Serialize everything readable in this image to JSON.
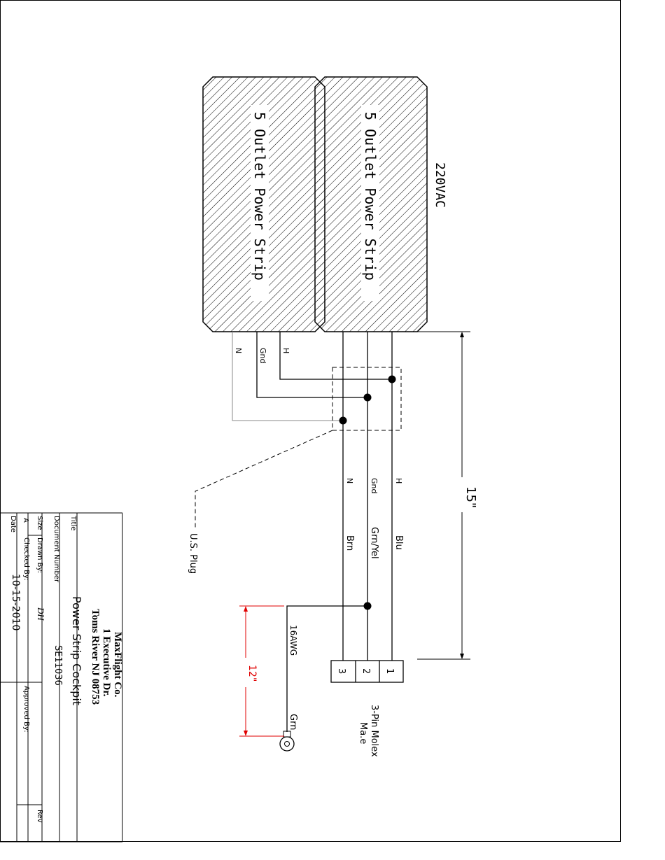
{
  "voltage_label": "220VAC",
  "strip_upper": "5 Outlet Power Strip",
  "strip_lower": "5 Outlet Power Strip",
  "strip_lower_wires": [
    "H",
    "Gnd",
    "N"
  ],
  "cord_wires": [
    "H",
    "Gnd",
    "N"
  ],
  "cord_colors": [
    "Blu",
    "Grn/Yel",
    "Brn"
  ],
  "plug_label": "U.S. Plug",
  "dimension_main": "15\"",
  "dimension_ground": "12\"",
  "ground_gauge": "16AWG",
  "ground_color": "Grn",
  "molex_pins": [
    "1",
    "2",
    "3"
  ],
  "molex_label_line1": "3-Pin Molex",
  "molex_label_line2": "Ma.e",
  "colors": {
    "line": "#000000",
    "dimension_red": "#e00000",
    "wire_grey": "#8a8a8a"
  },
  "title_block": {
    "company": "MaxFlight Co.",
    "address1": "1 Executive Dr.",
    "address2": "Toms River NJ 08753",
    "title_label": "Title",
    "title_value": "Power Strip Cockpit",
    "doc_label": "Document Number",
    "doc_value": "SE11036",
    "size_label": "Size",
    "size_value": "A",
    "drawn_label": "Drawn By:",
    "drawn_value": "DH",
    "checked_label": "Checked By:",
    "approved_label": "Approved By:",
    "rev_label": "Rev",
    "date_label": "Date",
    "date_value": "10-15-2010"
  }
}
